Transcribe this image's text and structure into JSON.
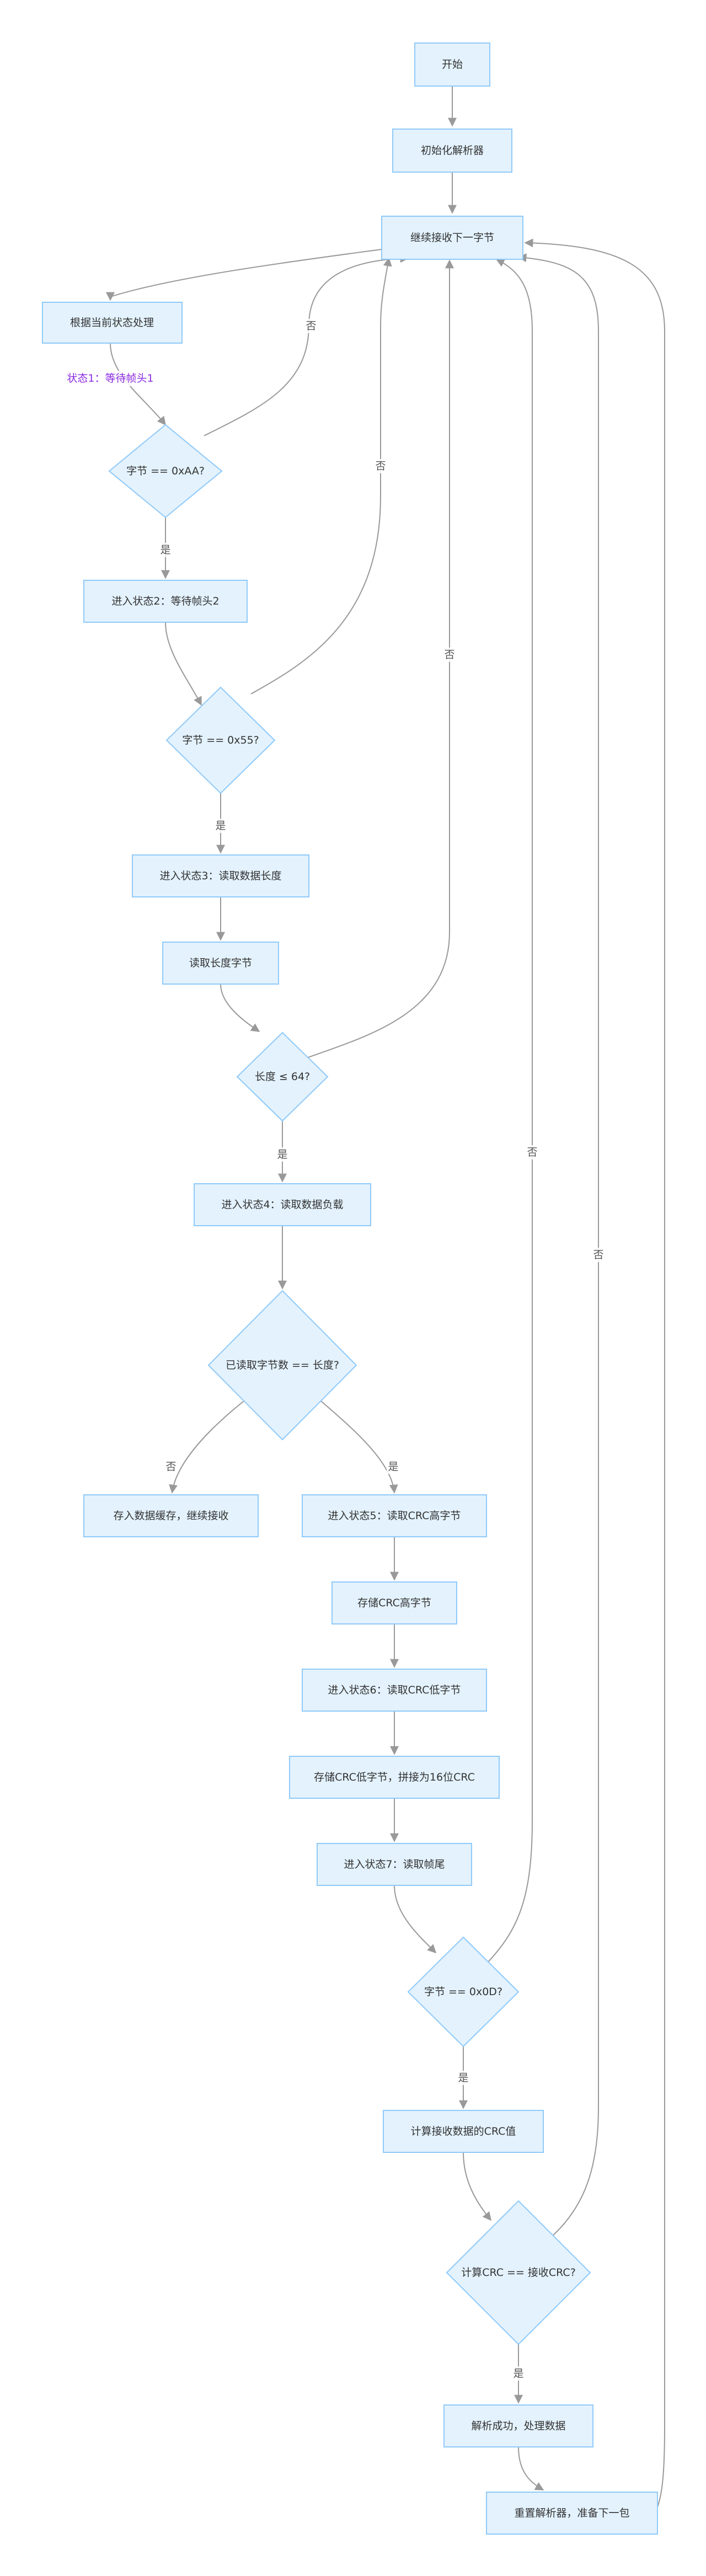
{
  "nodes": {
    "start": "开始",
    "init": "初始化解析器",
    "recv": "继续接收下一字节",
    "dispatch": "根据当前状态处理",
    "d_aa": "字节 == 0xAA?",
    "s2": "进入状态2：等待帧头2",
    "d_55": "字节 == 0x55?",
    "s3": "进入状态3：读取数据长度",
    "readlen": "读取长度字节",
    "d_len": "长度 ≤ 64?",
    "s4": "进入状态4：读取数据负载",
    "d_cnt": "已读取字节数 == 长度?",
    "store": "存入数据缓存，继续接收",
    "s5": "进入状态5：读取CRC高字节",
    "crc_hi": "存储CRC高字节",
    "s6": "进入状态6：读取CRC低字节",
    "crc_lo": "存储CRC低字节，拼接为16位CRC",
    "s7": "进入状态7：读取帧尾",
    "d_0d": "字节 == 0x0D?",
    "calc": "计算接收数据的CRC值",
    "d_crc": "计算CRC == 接收CRC?",
    "ok": "解析成功，处理数据",
    "reset": "重置解析器，准备下一包"
  },
  "edge_labels": {
    "state1": "状态1：等待帧头1",
    "yes": "是",
    "no": "否"
  },
  "colors": {
    "node_fill": "#e3f2fd",
    "node_stroke": "#90caf9",
    "edge": "#999999",
    "state_label": "#8a2be2"
  }
}
